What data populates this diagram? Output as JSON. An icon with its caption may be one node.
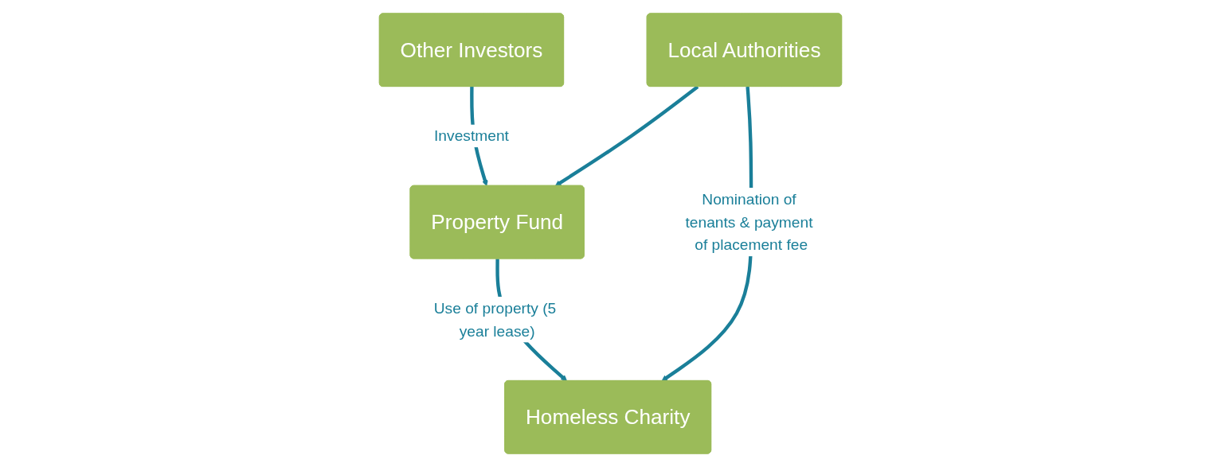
{
  "diagram": {
    "nodes": [
      {
        "text": [
          "Other Investors"
        ]
      },
      {
        "text": [
          "Local Authorities"
        ]
      },
      {
        "text": [
          "Property Fund"
        ]
      },
      {
        "text": [
          "Homeless Charity"
        ]
      }
    ],
    "edges": [
      {
        "from": 0,
        "to": 2,
        "arrow": "to",
        "label": "Investment"
      },
      {
        "from": 1,
        "to": 2,
        "arrow": "to"
      },
      {
        "from": 1,
        "to": 3,
        "arrow": "to",
        "label": "Nomination of tenants & payment of placement fee"
      },
      {
        "from": 2,
        "to": 3,
        "arrow": "to",
        "label": "Use of property (5 year lease)"
      }
    ]
  }
}
